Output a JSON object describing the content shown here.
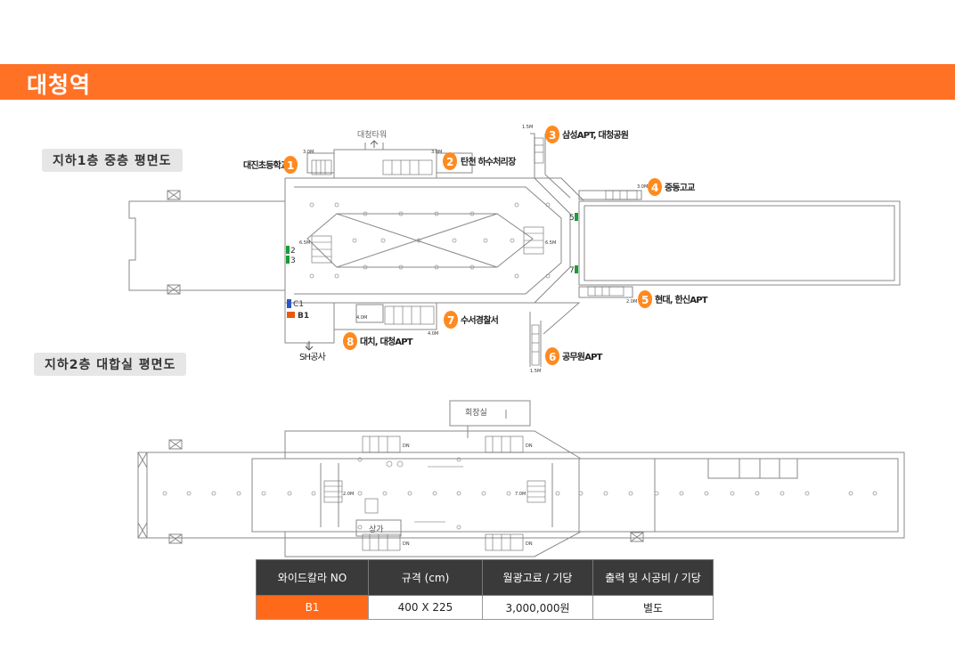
{
  "header": {
    "title": "대청역"
  },
  "sections": {
    "b1_label": "지하1층 중층 평면도",
    "b2_label": "지하2층 대합실 평면도"
  },
  "b1_map": {
    "top_exit_label": "대청타워",
    "exits": [
      {
        "no": "1",
        "label": "대진초등학교"
      },
      {
        "no": "2",
        "label": "탄천 하수처리장"
      },
      {
        "no": "3",
        "label": "삼성APT, 대청공원"
      },
      {
        "no": "4",
        "label": "중동고교"
      },
      {
        "no": "5",
        "label": "현대, 한신APT"
      },
      {
        "no": "6",
        "label": "공무원APT"
      },
      {
        "no": "7",
        "label": "수서경찰서"
      },
      {
        "no": "8",
        "label": "대치, 대청APT"
      }
    ],
    "bottom_exit_label": "SH공사",
    "markers": {
      "c1": "C1",
      "b1": "B1",
      "m2": "2",
      "m3": "3",
      "m5": "5",
      "m7": "7"
    },
    "widths": {
      "w1": "3.0M",
      "w2": "3.0M",
      "w3": "1.5M",
      "w4": "3.0M",
      "w5": "2.0M",
      "w6": "1.5M",
      "w7": "4.0M",
      "w8": "4.0M",
      "wl": "6.5M",
      "wr": "6.5M"
    },
    "colors": {
      "accent": "#ff8a1f",
      "green_marker": "#1d9a3a",
      "blue_marker": "#2a56c6",
      "b1_marker": "#e85a12"
    }
  },
  "b2_map": {
    "room_label": "회장실",
    "shop_label": "상가",
    "width_left": "2.0M",
    "width_right": "7.0M",
    "stair_marks": [
      "DN",
      "DN",
      "DN",
      "DN"
    ]
  },
  "price_table": {
    "headers": [
      "와이드칼라 NO",
      "규격 (cm)",
      "월광고료 / 기당",
      "출력 및 시공비 / 기당"
    ],
    "row": {
      "no": "B1",
      "size": "400 X 225",
      "fee": "3,000,000원",
      "production": "별도"
    }
  }
}
